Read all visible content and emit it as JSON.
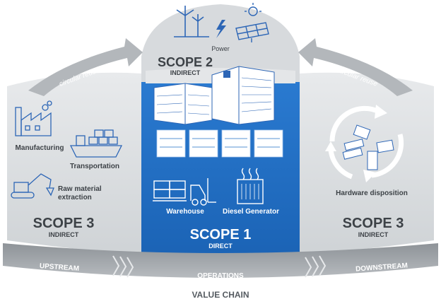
{
  "power": {
    "label": "Power"
  },
  "scope2": {
    "title": "SCOPE 2",
    "subtitle": "INDIRECT"
  },
  "scope1": {
    "title": "SCOPE 1",
    "subtitle": "DIRECT",
    "items": [
      "Warehouse",
      "Diesel Generator"
    ]
  },
  "scope3_left": {
    "title": "SCOPE 3",
    "subtitle": "INDIRECT",
    "items": [
      "Manufacturing",
      "Transportation",
      "Raw material",
      "extraction"
    ]
  },
  "scope3_right": {
    "title": "SCOPE 3",
    "subtitle": "INDIRECT",
    "items": [
      "Hardware disposition"
    ]
  },
  "arcs": {
    "left": "circular reuse",
    "right": "circular reuse"
  },
  "band": {
    "upstream": "UPSTREAM",
    "operations": "OPERATIONS",
    "downstream": "DOWNSTREAM"
  },
  "footer": {
    "value_chain": "VALUE CHAIN"
  },
  "colors": {
    "direct_blue": "#1f6fc4",
    "panel_gray": "#d9dcdf",
    "arrow_gray": "#a8adb2",
    "text_dark": "#3d4247",
    "icon_blue": "#2d66b6"
  }
}
